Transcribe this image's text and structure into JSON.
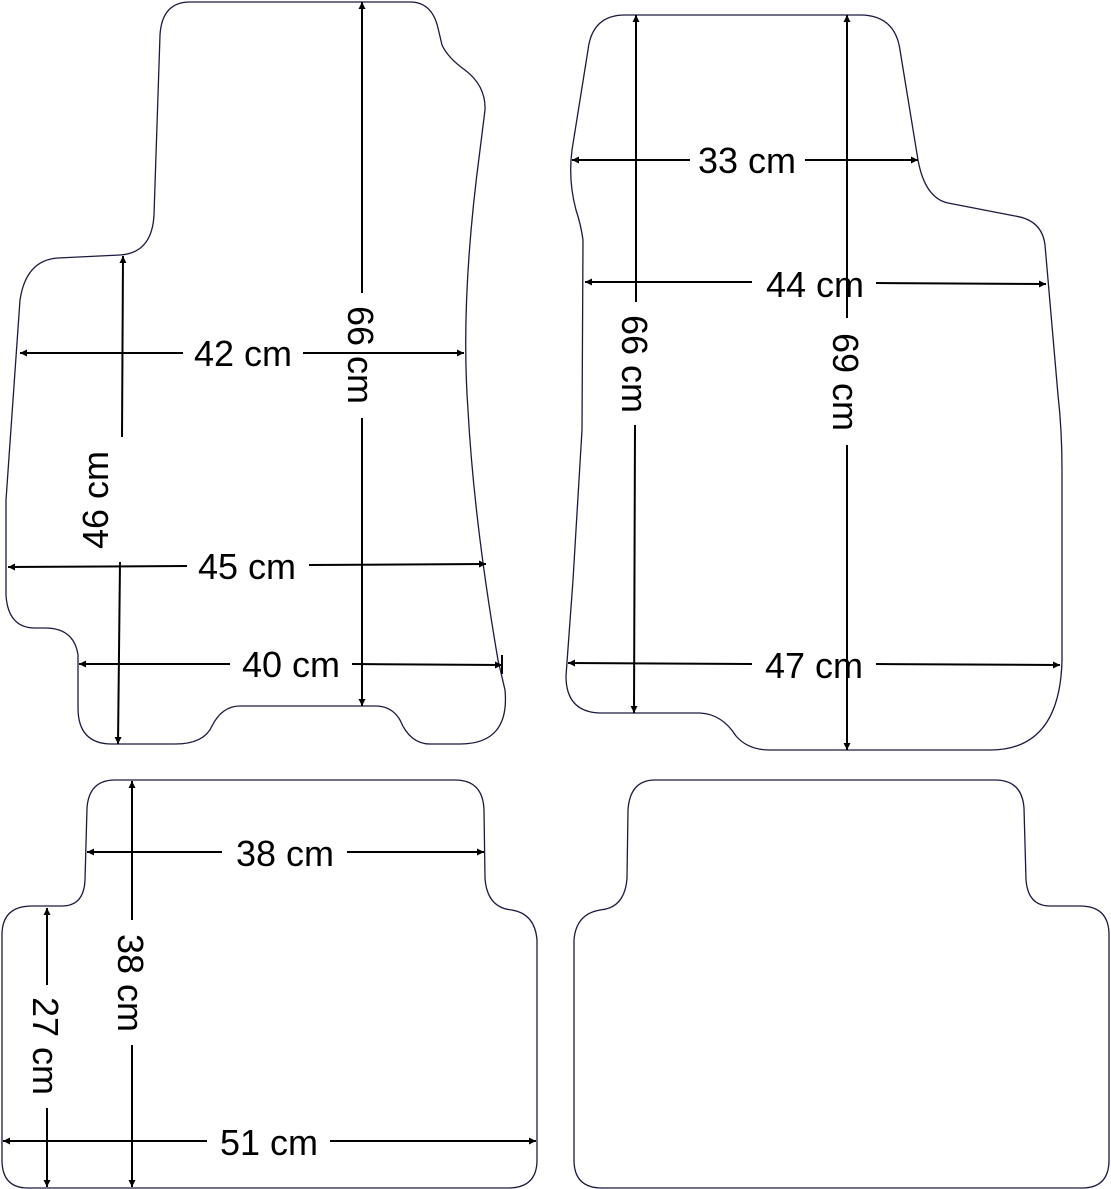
{
  "colors": {
    "outline": "#1a1a40",
    "dimension": "#000000",
    "background": "#ffffff"
  },
  "front_left": {
    "width_top": "42 cm",
    "width_middle": "45 cm",
    "width_bottom": "40 cm",
    "height_left": "46 cm",
    "height_center": "66 cm"
  },
  "front_right": {
    "width_top": "33 cm",
    "width_middle": "44 cm",
    "width_bottom": "47 cm",
    "height_left": "66 cm",
    "height_right": "69 cm"
  },
  "rear_left": {
    "width_top": "38 cm",
    "width_bottom": "51 cm",
    "height_inner": "38 cm",
    "height_outer": "27 cm"
  }
}
